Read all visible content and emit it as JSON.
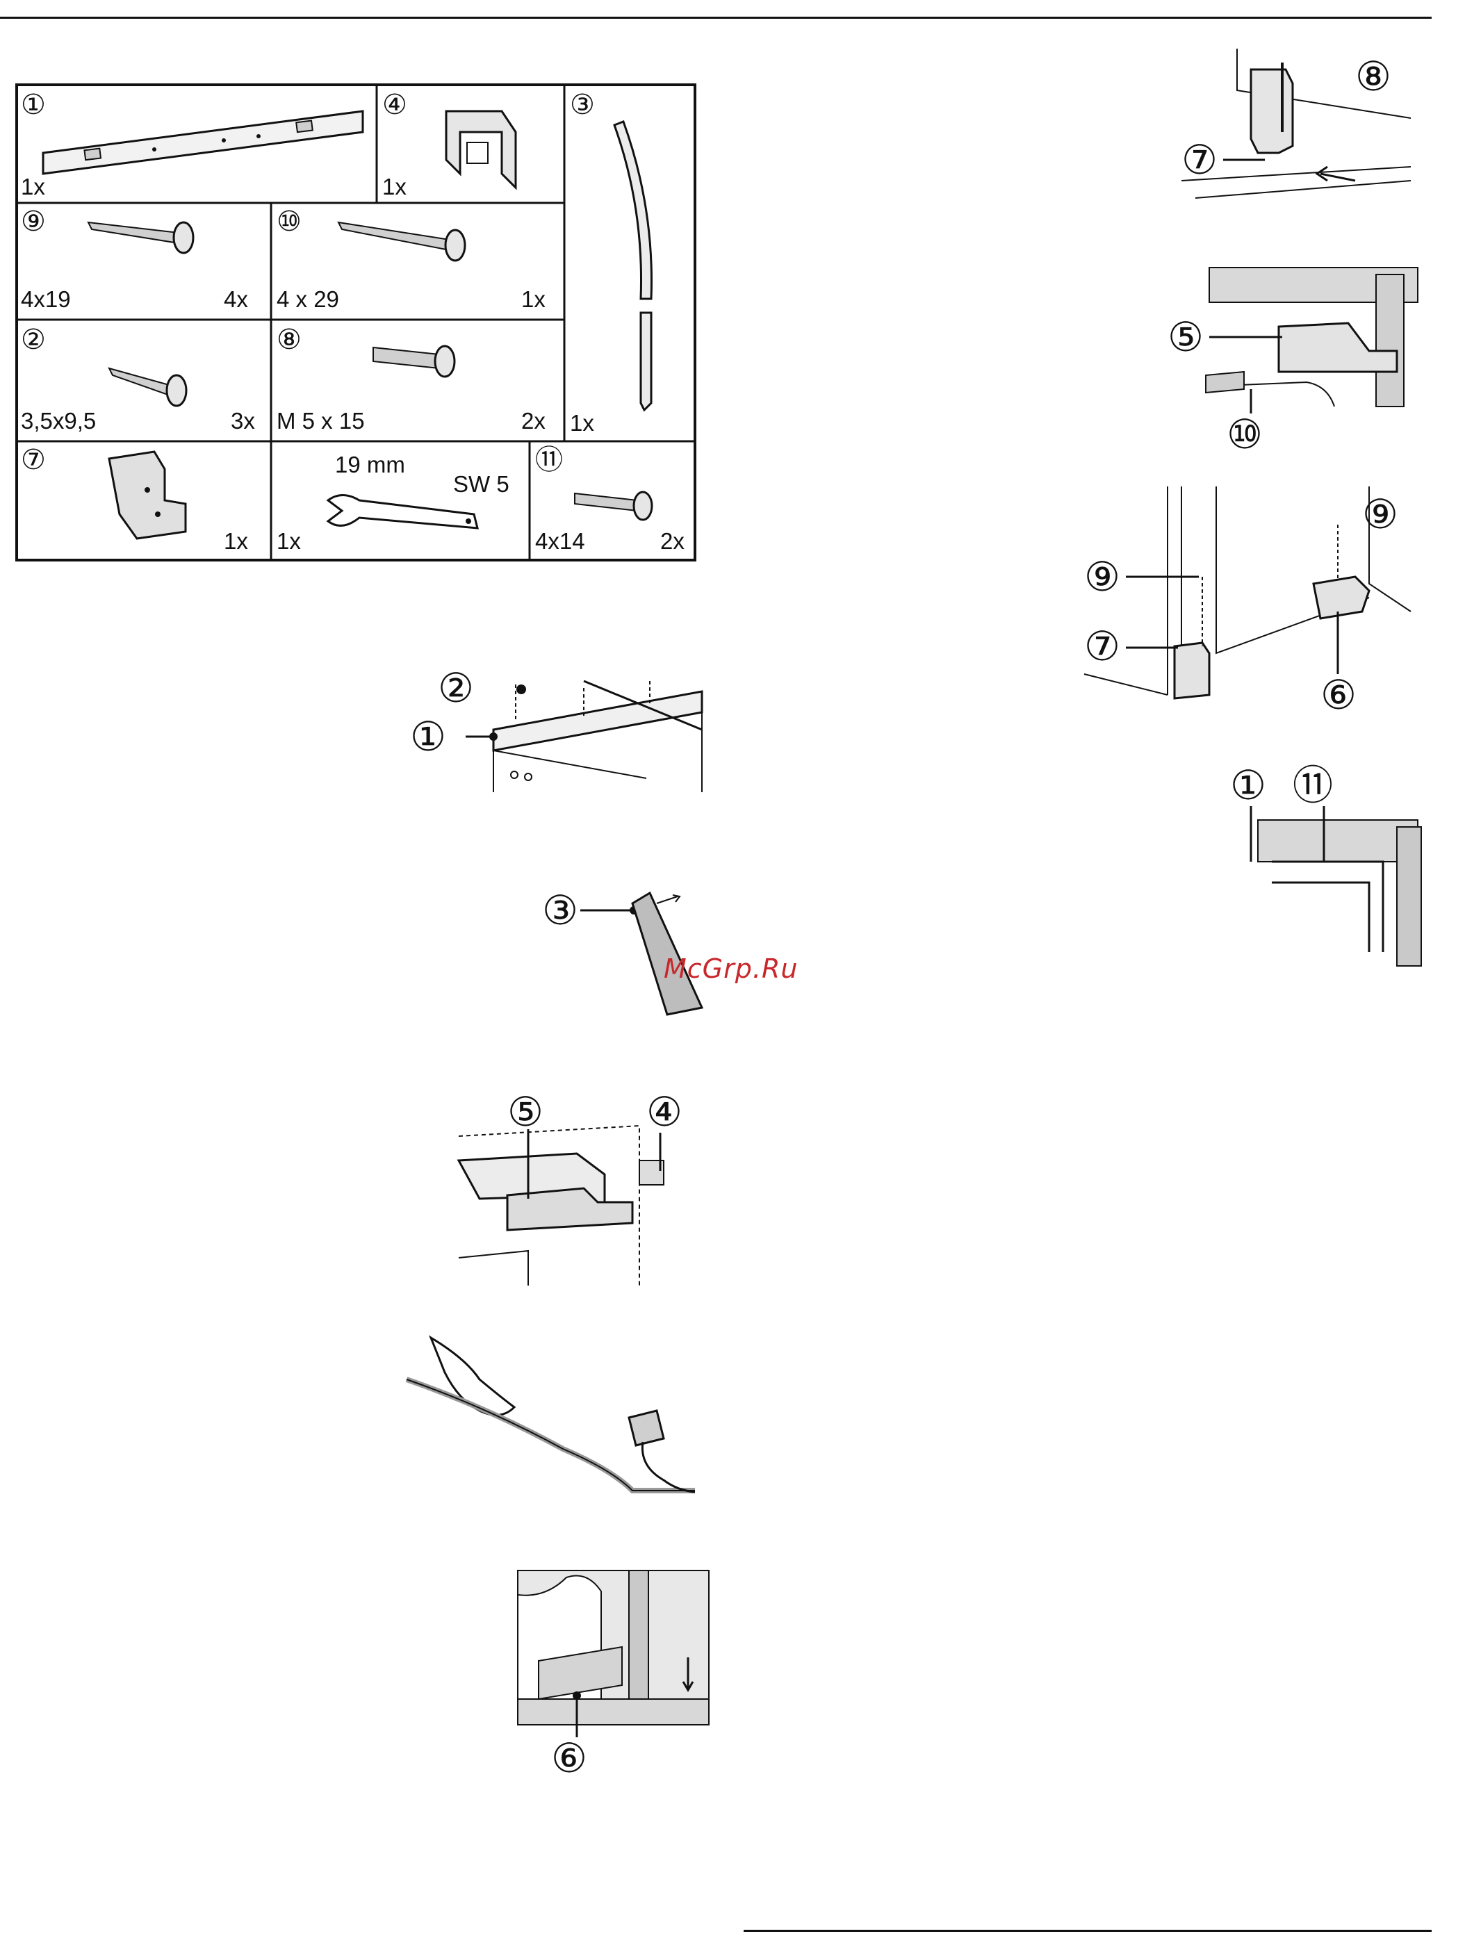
{
  "parts_table": {
    "p1": {
      "num": "①",
      "qty": "1x"
    },
    "p4": {
      "num": "④",
      "qty": "1x"
    },
    "p3": {
      "num": "③",
      "qty": "1x"
    },
    "p9": {
      "num": "⑨",
      "size": "4x19",
      "qty": "4x"
    },
    "p10": {
      "num": "⑩",
      "size": "4 x 29",
      "qty": "1x"
    },
    "p2": {
      "num": "②",
      "size": "3,5x9,5",
      "qty": "3x"
    },
    "p8": {
      "num": "⑧",
      "size": "M 5 x 15",
      "qty": "2x"
    },
    "p7": {
      "num": "⑦",
      "qty": "1x"
    },
    "wrench": {
      "size_a": "19 mm",
      "size_b": "SW 5",
      "qty": "1x"
    },
    "p11": {
      "num": "⑪",
      "size": "4x14",
      "qty": "2x"
    }
  },
  "figures": {
    "fig_rail": {
      "labels": [
        "②",
        "①"
      ]
    },
    "fig_strip": {
      "labels": [
        "③"
      ]
    },
    "fig_clip": {
      "labels": [
        "⑤",
        "④"
      ]
    },
    "fig_plug": {
      "labels": []
    },
    "fig_bottom": {
      "labels": [
        "⑥"
      ]
    },
    "fig_bracket": {
      "labels": [
        "⑧",
        "⑦"
      ]
    },
    "fig_top": {
      "labels": [
        "⑤",
        "⑩"
      ]
    },
    "fig_hinge": {
      "labels": [
        "⑨",
        "⑨",
        "⑦",
        "⑥"
      ]
    },
    "fig_corner": {
      "labels": [
        "①",
        "⑪"
      ]
    }
  },
  "watermark": "McGrp.Ru",
  "colors": {
    "ink": "#111111",
    "watermark": "#c8282c",
    "wood": "#d8d8d8"
  }
}
